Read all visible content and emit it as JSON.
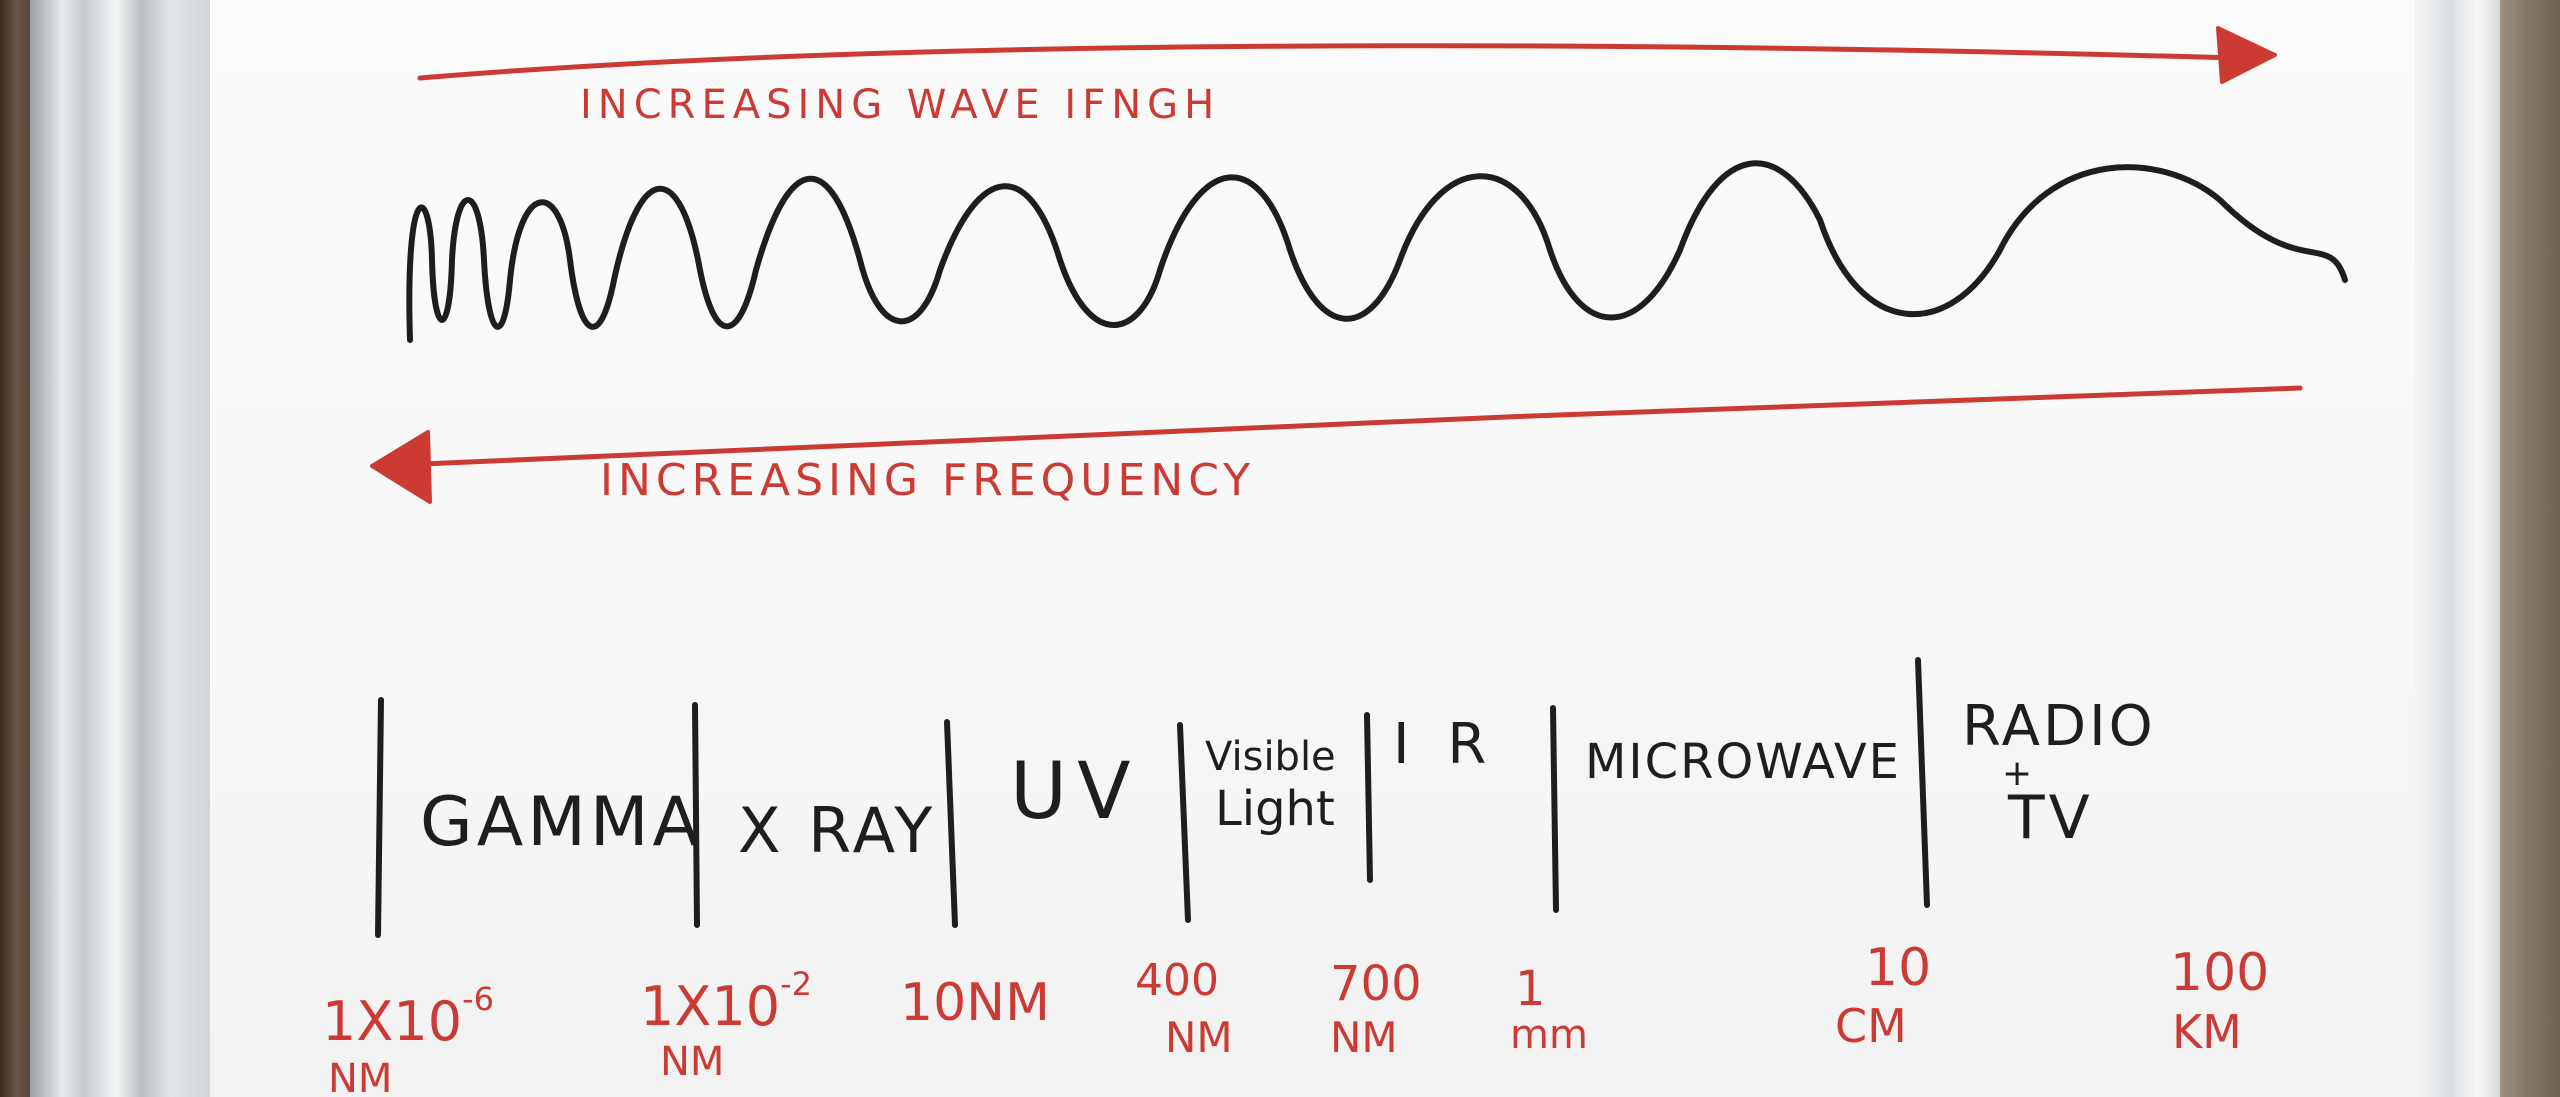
{
  "top_arrow_label": "INCREASING WAVE IFNGH",
  "bottom_arrow_label": "INCREASING FREQUENCY",
  "regions": [
    {
      "label": "GAMMA"
    },
    {
      "label": "X RAY"
    },
    {
      "label": "UV"
    },
    {
      "label_line1": "Visible",
      "label_line2": "Light"
    },
    {
      "label": "I R"
    },
    {
      "label": "MICROWAVE"
    },
    {
      "label_line1": "RADIO",
      "label_line2": "+",
      "label_line3": "TV"
    }
  ],
  "scale_marks": [
    {
      "line1": "1X10",
      "exp": "-6",
      "line2": "NM"
    },
    {
      "line1": "1X10",
      "exp": "-2",
      "line2": "NM"
    },
    {
      "line1": "10NM"
    },
    {
      "line1": "400",
      "line2": "NM"
    },
    {
      "line1": "700",
      "line2": "NM"
    },
    {
      "line1": "1",
      "line2": "mm"
    },
    {
      "line1": "10",
      "line2": "CM"
    },
    {
      "line1": "100",
      "line2": "KM"
    }
  ],
  "colors": {
    "marker_red": "#cc3b33",
    "marker_black": "#1e1e1e",
    "board": "#f8f8f8"
  }
}
